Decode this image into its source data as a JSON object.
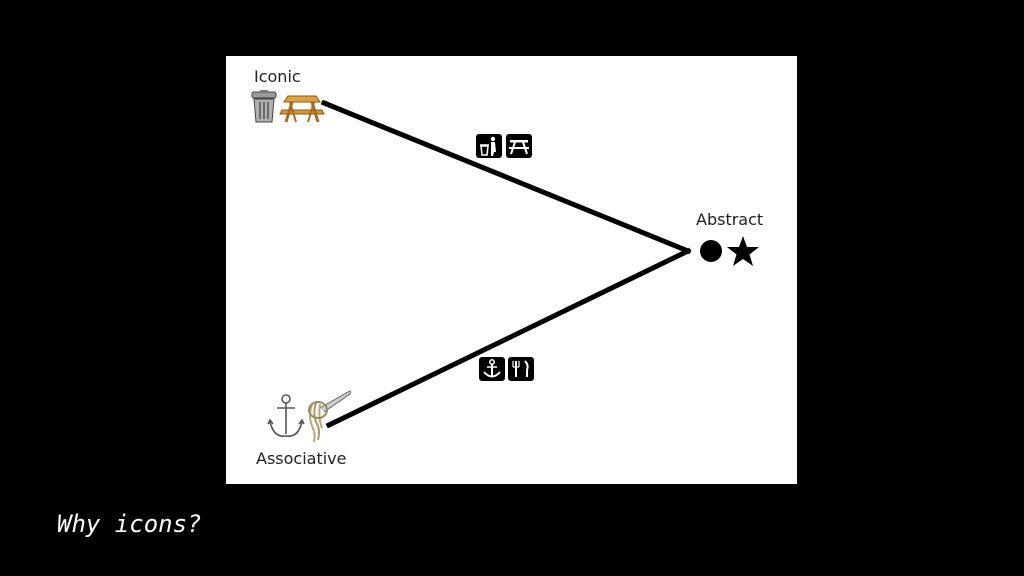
{
  "diagram": {
    "nodes": {
      "iconic": {
        "label": "Iconic",
        "icon_names": [
          "trash-can-icon",
          "picnic-table-icon"
        ]
      },
      "abstract": {
        "label": "Abstract",
        "icon_names": [
          "circle-icon",
          "star-icon"
        ]
      },
      "associative": {
        "label": "Associative",
        "icon_names": [
          "anchor-icon",
          "fork-with-spaghetti-icon"
        ]
      }
    },
    "edge_icons": {
      "top": [
        "trash-pictogram-icon",
        "picnic-table-pictogram-icon"
      ],
      "bottom": [
        "anchor-pictogram-icon",
        "fork-knife-pictogram-icon"
      ]
    }
  },
  "caption": "Why icons?",
  "colors": {
    "background": "#000000",
    "panel": "#ffffff",
    "line": "#000000",
    "caption": "#ffffff",
    "wood": "#d9953a",
    "metal": "#8a8a8a"
  }
}
